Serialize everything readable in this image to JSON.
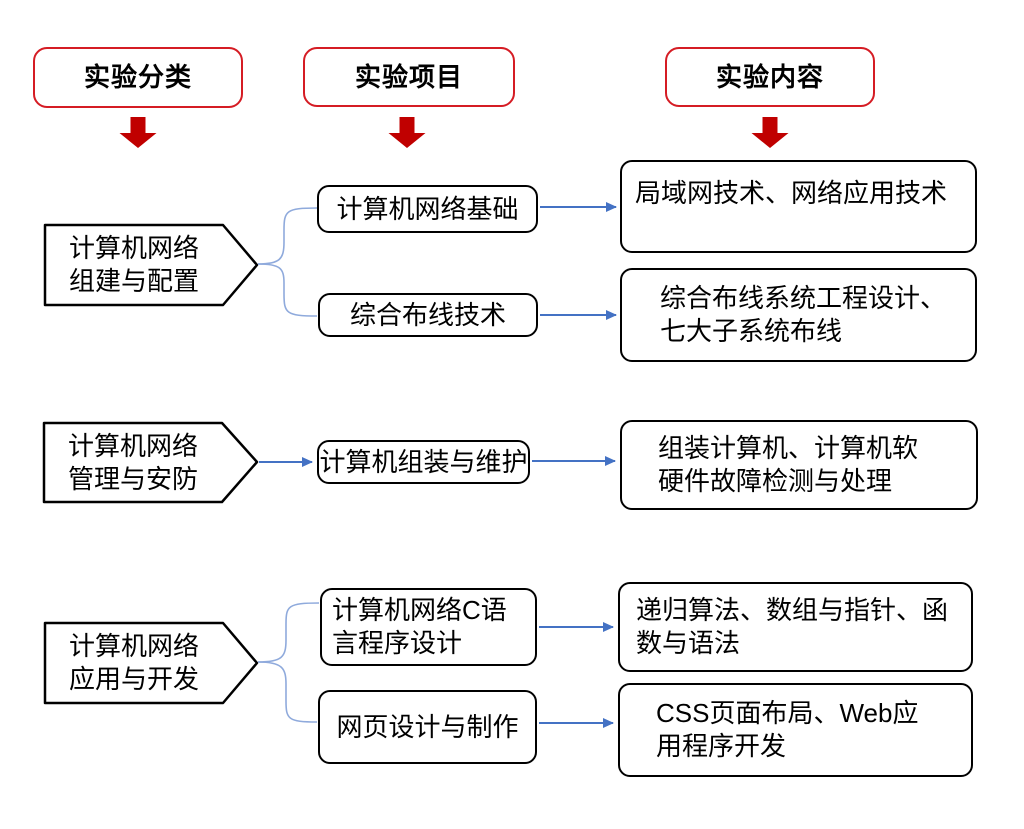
{
  "colors": {
    "header_border_red": "#d51c24",
    "arrow_red": "#c00000",
    "connector_blue": "#4472c4",
    "brace_blue": "#8faadc",
    "box_border_black": "#000000"
  },
  "headers": {
    "classification": "实验分类",
    "project": "实验项目",
    "content": "实验内容"
  },
  "groups": [
    {
      "category": "计算机网络\n组建与配置",
      "projects": [
        "计算机网络基础",
        "综合布线技术"
      ],
      "contents": [
        "局域网技术、网络应用技术",
        "综合布线系统工程设计、\n七大子系统布线"
      ]
    },
    {
      "category": "计算机网络\n管理与安防",
      "projects": [
        "计算机组装与维护"
      ],
      "contents": [
        "组装计算机、计算机软\n硬件故障检测与处理"
      ]
    },
    {
      "category": "计算机网络\n应用与开发",
      "projects": [
        "计算机网络C语\n言程序设计",
        "网页设计与制作"
      ],
      "contents": [
        "递归算法、数组与指针、函\n数与语法",
        "CSS页面布局、Web应\n用程序开发"
      ]
    }
  ]
}
